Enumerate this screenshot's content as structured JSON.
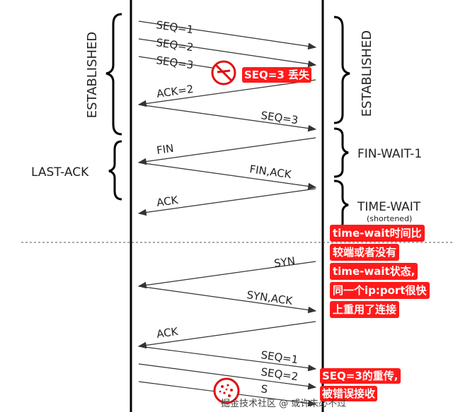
{
  "left_states": {
    "established": "ESTABLISHED",
    "last_ack": "LAST-ACK"
  },
  "right_states": {
    "established": "ESTABLISHED",
    "fin_wait_1": "FIN-WAIT-1",
    "time_wait": "TIME-WAIT",
    "time_wait_sub": "(shortened)"
  },
  "messages": {
    "seq1": "SEQ=1",
    "seq2": "SEQ=2",
    "seq3": "SEQ=3",
    "ack2": "ACK=2",
    "seq3_retx": "SEQ=3",
    "fin": "FIN",
    "fin_ack": "FIN,ACK",
    "ack": "ACK",
    "syn": "SYN",
    "syn_ack": "SYN,ACK",
    "ack_new": "ACK",
    "seq1_new": "SEQ=1",
    "seq2_new": "SEQ=2",
    "seq3_new_partial": "S"
  },
  "annotations": {
    "lost": "SEQ=3 丢失",
    "time_wait_note": [
      "time-wait时间比",
      "较端或者没有",
      "time-wait状态,",
      "同一个ip:port很快",
      "上重用了连接"
    ],
    "retx_note": [
      "SEQ=3的重传,",
      "被错误接收"
    ]
  },
  "colors": {
    "annotation_bg": "#ff1a1a",
    "line": "#000000",
    "arrow": "#333333"
  },
  "icons": {
    "lost_marker": "prohibited-icon",
    "error_marker": "scatter-error-icon"
  },
  "watermark": "掘金技术社区 @ 或许未必不过"
}
